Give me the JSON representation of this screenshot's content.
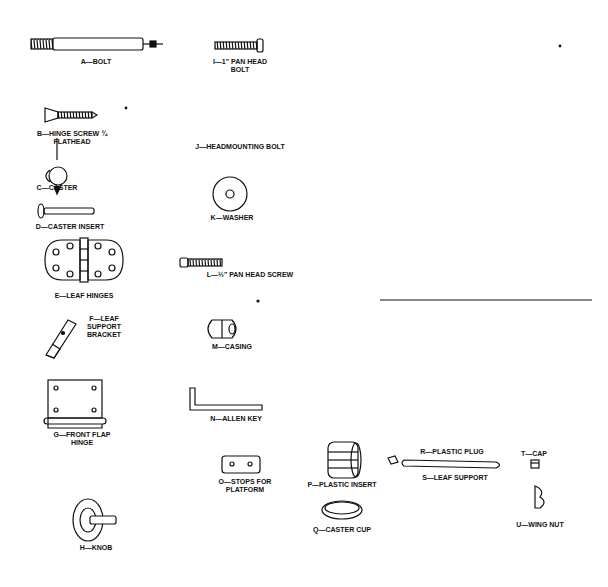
{
  "diagram": {
    "labels": [
      "A—BOLT",
      "I—1\" PAN HEAD BOLT",
      "B—HINGE SCREW ¾ FLATHEAD",
      "J—HEADMOUNTING BOLT",
      "C—CASTER",
      "D—CASTER INSERT",
      "K—WASHER",
      "E—LEAF HINGES",
      "L—½\" PAN HEAD SCREW",
      "F—LEAF SUPPORT BRACKET",
      "M—CASING",
      "G—FRONT FLAP HINGE",
      "N—ALLEN KEY",
      "O—STOPS FOR PLATFORM",
      "P—PLASTIC INSERT",
      "R—PLASTIC PLUG",
      "S—LEAF SUPPORT",
      "T—CAP",
      "Q—CASTER CUP",
      "U—WING NUT",
      "H—KNOB"
    ]
  }
}
